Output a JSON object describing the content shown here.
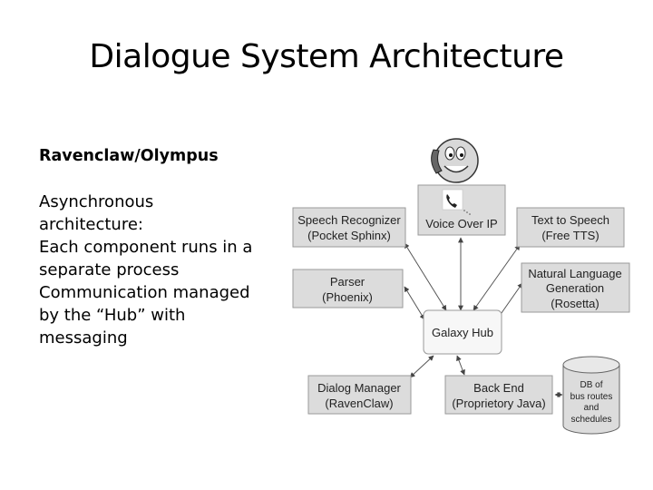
{
  "slide": {
    "title": "Dialogue System Architecture",
    "subtitle": "Ravenclaw/Olympus",
    "body_lines": [
      "Asynchronous",
      "architecture:",
      "Each component runs in a",
      "separate process",
      "Communication managed",
      "by the “Hub” with",
      "messaging"
    ]
  },
  "diagram": {
    "hub": {
      "label": "Galaxy Hub"
    },
    "nodes": {
      "speech_recognizer": [
        "Speech Recognizer",
        "(Pocket Sphinx)"
      ],
      "voice_over_ip": [
        "Voice Over IP"
      ],
      "text_to_speech": [
        "Text to Speech",
        "(Free TTS)"
      ],
      "parser": [
        "Parser",
        "(Phoenix)"
      ],
      "nlg": [
        "Natural Language",
        "Generation",
        "(Rosetta)"
      ],
      "dialog_manager": [
        "Dialog Manager",
        "(RavenClaw)"
      ],
      "back_end": [
        "Back End",
        "(Proprietory Java)"
      ]
    },
    "database": {
      "lines": [
        "DB of",
        "bus routes",
        "and",
        "schedules"
      ]
    },
    "icons": {
      "user": "smiley-phone-icon",
      "phone": "telephone-icon"
    }
  }
}
